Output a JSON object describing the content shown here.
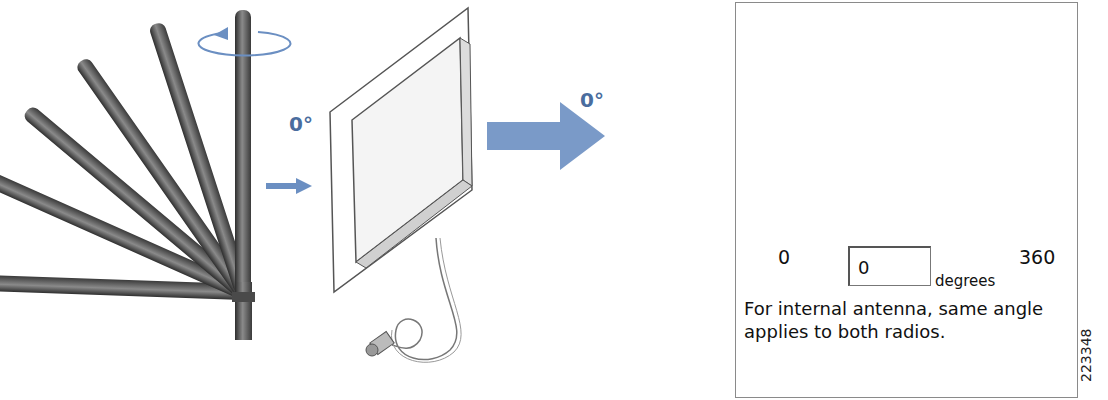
{
  "diagram": {
    "nodes": [
      {
        "text": [
          "0",
          "360",
          "degrees",
          "For internal antenna, same angle applies to both radios."
        ]
      },
      {
        "text": [
          "0"
        ],
        "in": 0
      }
    ],
    "edges": [],
    "labels": [
      "0°",
      "0°",
      "223348"
    ]
  }
}
